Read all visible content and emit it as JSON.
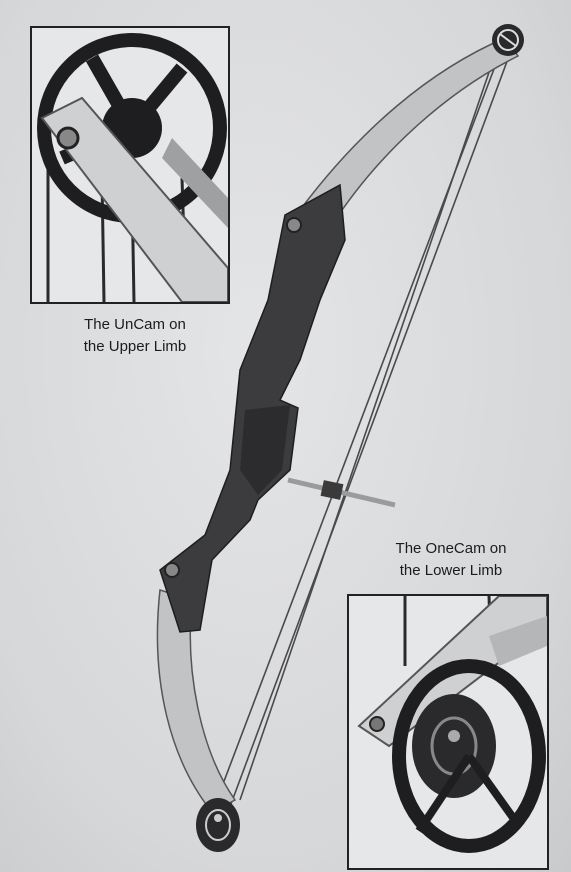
{
  "captions": {
    "upper": {
      "line1": "The UnCam on",
      "line2": "the Upper Limb"
    },
    "lower": {
      "line1": "The OneCam on",
      "line2": "the Lower Limb"
    }
  },
  "colors": {
    "background": "#d9dadc",
    "riser": "#3c3c3e",
    "limb": "#c2c3c5",
    "cam": "#2a2a2c",
    "string": "#4a4a4a"
  },
  "icons": {
    "bow": "compound-bow-illustration",
    "upper_cam": "uncam-wheel-detail",
    "lower_cam": "onecam-wheel-detail"
  }
}
